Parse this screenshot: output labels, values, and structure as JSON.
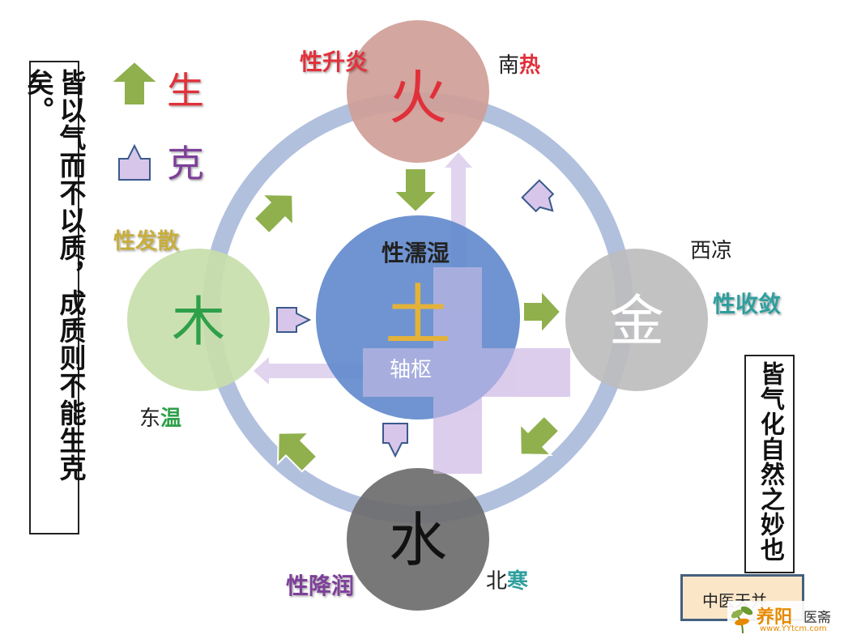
{
  "legend": {
    "sheng": "生",
    "ke": "克"
  },
  "elements": {
    "fire": {
      "char": "火",
      "property": "性升炎",
      "direction": "南",
      "climate": "热"
    },
    "earth": {
      "char": "土",
      "property": "性濡湿",
      "pivot": "轴枢"
    },
    "metal": {
      "char": "金",
      "property": "性收敛",
      "direction": "西",
      "climate": "凉"
    },
    "wood": {
      "char": "木",
      "property": "性发散",
      "direction": "东",
      "climate": "温"
    },
    "water": {
      "char": "水",
      "property": "性降润",
      "direction": "北",
      "climate": "寒"
    }
  },
  "side_notes": {
    "left": "皆以气而不以质，成质则不能生克矣。",
    "right": "皆气化自然之妙也"
  },
  "tag": "中医天并",
  "logo": {
    "main": "养阳",
    "sub": "医斋",
    "url": "www.YYtcm.com"
  },
  "colors": {
    "ring": "#a9b9d9",
    "fire": "#cf9e97",
    "earth": "#5f88cc",
    "metal": "#bdbdbd",
    "wood": "#c8deaa",
    "water": "#6c6c6c",
    "sheng_arrow": "#8fb04c",
    "ke_arrow": "#d8c6ea",
    "fire_text": "#e0303a",
    "earth_text": "#e4b23a",
    "metal_text": "#ffffff",
    "wood_text": "#2ea049",
    "water_text": "#111111",
    "red_label": "#e0303a",
    "olive_label": "#c7ad3a",
    "teal_label": "#2f9e9e",
    "purple_label": "#7d3f98",
    "dark_label": "#222222"
  }
}
